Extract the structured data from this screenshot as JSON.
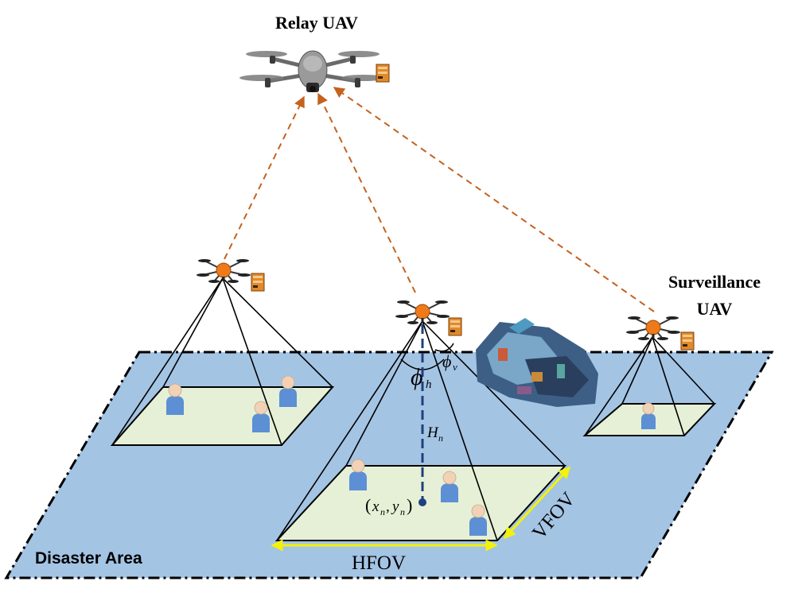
{
  "labels": {
    "relay_uav": "Relay UAV",
    "surveillance_uav_line1": "Surveillance",
    "surveillance_uav_line2": "UAV",
    "disaster_area": "Disaster Area",
    "hfov": "HFOV",
    "vfov": "VFOV"
  },
  "math": {
    "phi": "ϕ",
    "phi_h_sub": "h",
    "phi_v_sub": "v",
    "height_var": "H",
    "height_sub": "n",
    "position_open": "(",
    "position_x": "x",
    "position_x_sub": "n",
    "position_comma": ",",
    "position_y": "y",
    "position_y_sub": "n",
    "position_close": ")"
  },
  "colors": {
    "ground": "#a4c4e4",
    "footprint": "#e6f0d6",
    "link": "#c4621e",
    "fov_arrow": "#f2f20a",
    "altitude": "#20407e",
    "person_body": "#5d8fd4",
    "person_head": "#f2d2b6",
    "drone_body": "#ee7a1a",
    "relay_body": "#9a9a9a"
  }
}
